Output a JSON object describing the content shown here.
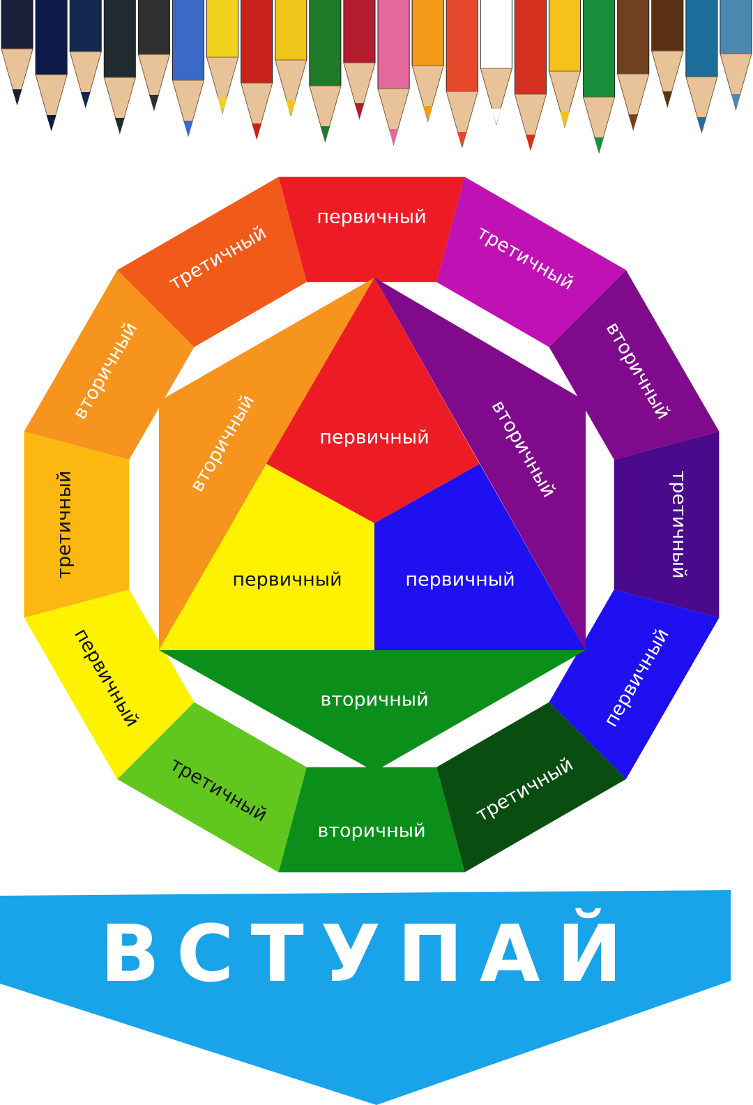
{
  "colors": {
    "red": "#ed1c24",
    "red_orange": "#f25a1a",
    "orange": "#f7941d",
    "yellow_orange": "#fcb711",
    "yellow": "#fff200",
    "yellow_green": "#61c61e",
    "green": "#0b8f1a",
    "blue_green": "#0a4d10",
    "blue": "#1e10f0",
    "blue_violet": "#4b0a8c",
    "violet": "#800a8c",
    "red_violet": "#c011b4",
    "banner": "#19a3e9"
  },
  "wheel": {
    "segments": [
      {
        "name": "red",
        "label": "первичный",
        "color": "#ed1c24",
        "text_color": "#ffffff"
      },
      {
        "name": "red-violet",
        "label": "третичный",
        "color": "#c011b4",
        "text_color": "#ffffff"
      },
      {
        "name": "violet",
        "label": "вторичный",
        "color": "#800a8c",
        "text_color": "#ffffff"
      },
      {
        "name": "blue-violet",
        "label": "третичный",
        "color": "#4b0a8c",
        "text_color": "#ffffff"
      },
      {
        "name": "blue",
        "label": "первичный",
        "color": "#1e10f0",
        "text_color": "#ffffff"
      },
      {
        "name": "blue-green",
        "label": "третичный",
        "color": "#0a4d10",
        "text_color": "#ffffff"
      },
      {
        "name": "green",
        "label": "вторичный",
        "color": "#0b8f1a",
        "text_color": "#ffffff"
      },
      {
        "name": "yellow-green",
        "label": "третичный",
        "color": "#61c61e",
        "text_color": "#111111"
      },
      {
        "name": "yellow",
        "label": "первичный",
        "color": "#fff200",
        "text_color": "#111111"
      },
      {
        "name": "yellow-orange",
        "label": "третичный",
        "color": "#fcb711",
        "text_color": "#111111"
      },
      {
        "name": "orange",
        "label": "вторичный",
        "color": "#f7941d",
        "text_color": "#ffffff"
      },
      {
        "name": "red-orange",
        "label": "третичный",
        "color": "#f25a1a",
        "text_color": "#ffffff"
      }
    ]
  },
  "center": {
    "red": {
      "label": "первичный",
      "color": "#ed1c24"
    },
    "yellow": {
      "label": "первичный",
      "color": "#fff200"
    },
    "blue": {
      "label": "первичный",
      "color": "#1e10f0"
    },
    "orange": {
      "label": "вторичный",
      "color": "#f7941d"
    },
    "violet": {
      "label": "вторичный",
      "color": "#800a8c"
    },
    "green": {
      "label": "вторичный",
      "color": "#0b8f1a"
    }
  },
  "pencils": {
    "colors": [
      "#1a1f3a",
      "#0e1a4a",
      "#13284f",
      "#1f2b2e",
      "#2f2f2f",
      "#3a6ac8",
      "#f2d21f",
      "#c9201c",
      "#f0c51a",
      "#1f7a2a",
      "#b31c2d",
      "#e46a9e",
      "#f39a18",
      "#e5492b",
      "#ffffff",
      "#d4301f",
      "#f5c21d",
      "#1a8f3b",
      "#704020",
      "#5c3215",
      "#1b6f9a",
      "#4d88b0"
    ]
  },
  "cta": {
    "text": "ВСТУПАЙ",
    "color": "#19a3e9",
    "text_color": "#ffffff"
  }
}
